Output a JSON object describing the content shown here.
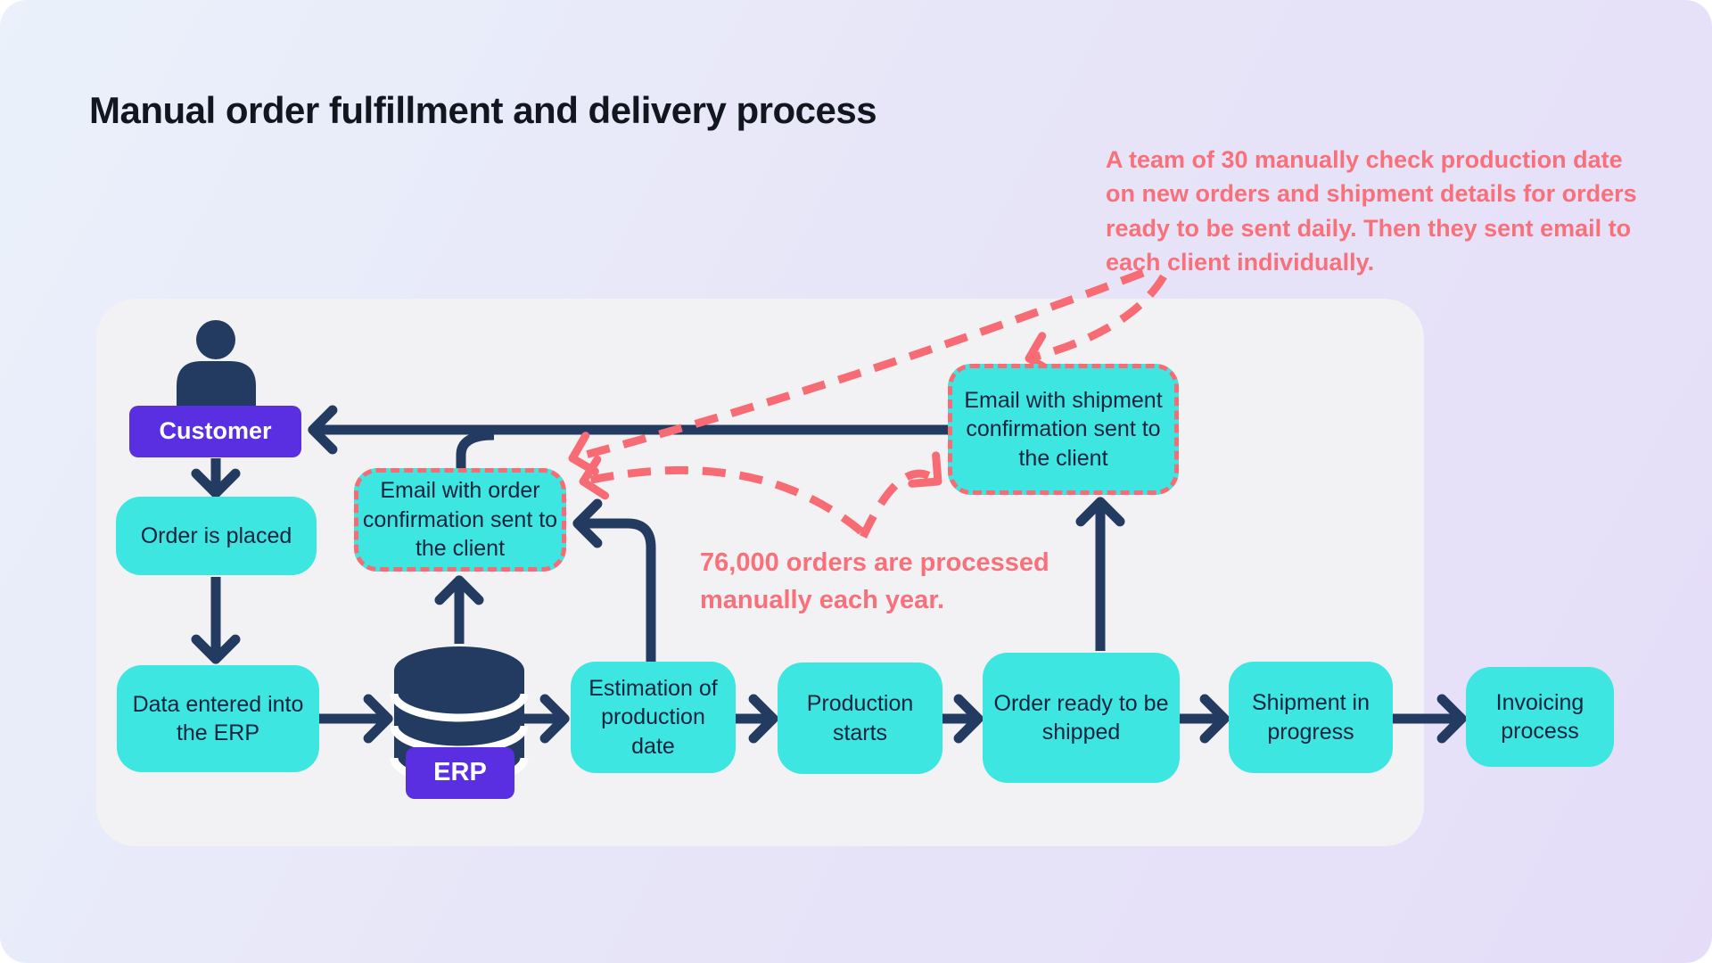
{
  "title": "Manual order fulfillment and delivery process",
  "notes": {
    "team": "A team of 30 manually check production date\non new orders and shipment details for orders\nready to be sent daily. Then they sent email to\neach client individually.",
    "volume": "76,000 orders are processed\nmanually each year."
  },
  "nodes": {
    "customer": {
      "label": "Customer"
    },
    "order_placed": {
      "label": "Order is placed"
    },
    "data_entered": {
      "label": "Data entered into\nthe ERP"
    },
    "erp": {
      "label": "ERP"
    },
    "email_order": {
      "label": "Email with order\nconfirmation sent to\nthe client"
    },
    "estimation": {
      "label": "Estimation of\nproduction\ndate"
    },
    "production": {
      "label": "Production\nstarts"
    },
    "order_ready": {
      "label": "Order ready to be\nshipped"
    },
    "email_shipment": {
      "label": "Email with shipment\nconfirmation sent to\nthe client"
    },
    "shipment_progress": {
      "label": "Shipment in\nprogress"
    },
    "invoicing": {
      "label": "Invoicing\nprocess"
    }
  },
  "icons": {
    "customer": "person-silhouette",
    "erp": "database-cylinder"
  },
  "colors": {
    "navy_arrow": "#243b61",
    "cyan_node": "#3de6e1",
    "purple_badge": "#5a2fe1",
    "pink_annotation": "#f8707a",
    "pink_dashed": "#f76c74",
    "panel_bg": "#f2f1f3",
    "background_gradient_start": "#eaf1fa",
    "background_gradient_end": "#e5ddf8"
  }
}
